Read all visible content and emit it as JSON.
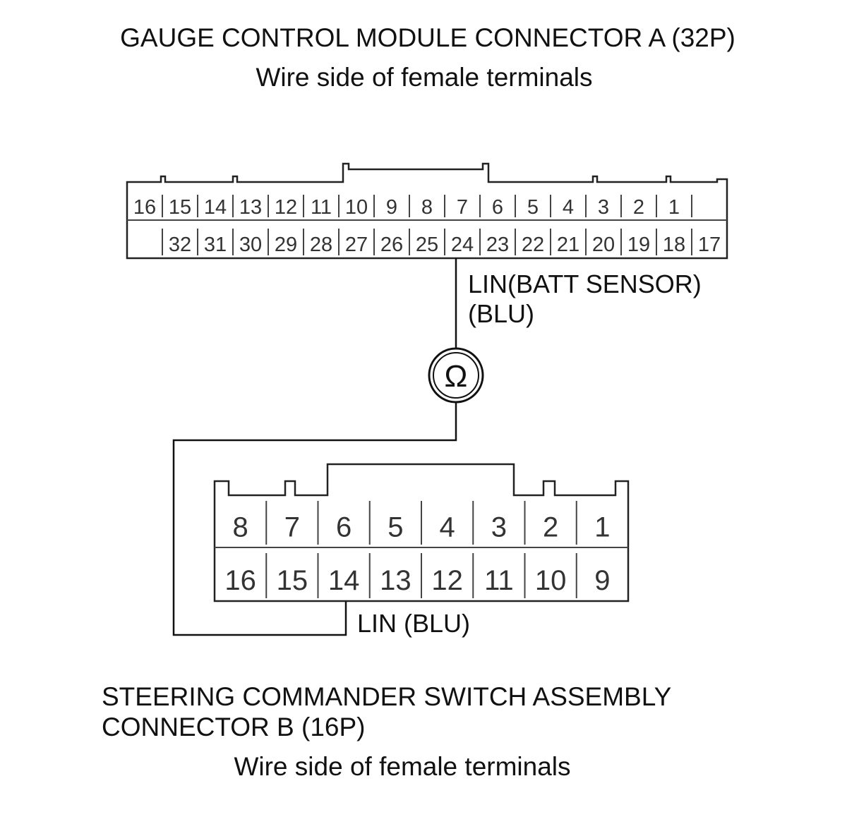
{
  "connector_a": {
    "title": "GAUGE CONTROL MODULE CONNECTOR A (32P)",
    "subtitle": "Wire side of female terminals",
    "top_row": [
      "16",
      "15",
      "14",
      "13",
      "12",
      "11",
      "10",
      "9",
      "8",
      "7",
      "6",
      "5",
      "4",
      "3",
      "2",
      "1",
      ""
    ],
    "bottom_row": [
      "",
      "32",
      "31",
      "30",
      "29",
      "28",
      "27",
      "26",
      "25",
      "24",
      "23",
      "22",
      "21",
      "20",
      "19",
      "18",
      "17"
    ]
  },
  "connector_b": {
    "title_line1": "STEERING COMMANDER SWITCH ASSEMBLY",
    "title_line2": "CONNECTOR B (16P)",
    "subtitle": "Wire side of female terminals",
    "top_row": [
      "8",
      "7",
      "6",
      "5",
      "4",
      "3",
      "2",
      "1"
    ],
    "bottom_row": [
      "16",
      "15",
      "14",
      "13",
      "12",
      "11",
      "10",
      "9"
    ]
  },
  "wire_a_label_line1": "LIN(BATT SENSOR)",
  "wire_a_label_line2": "(BLU)",
  "wire_b_label": "LIN (BLU)",
  "meter_symbol": "Ω"
}
